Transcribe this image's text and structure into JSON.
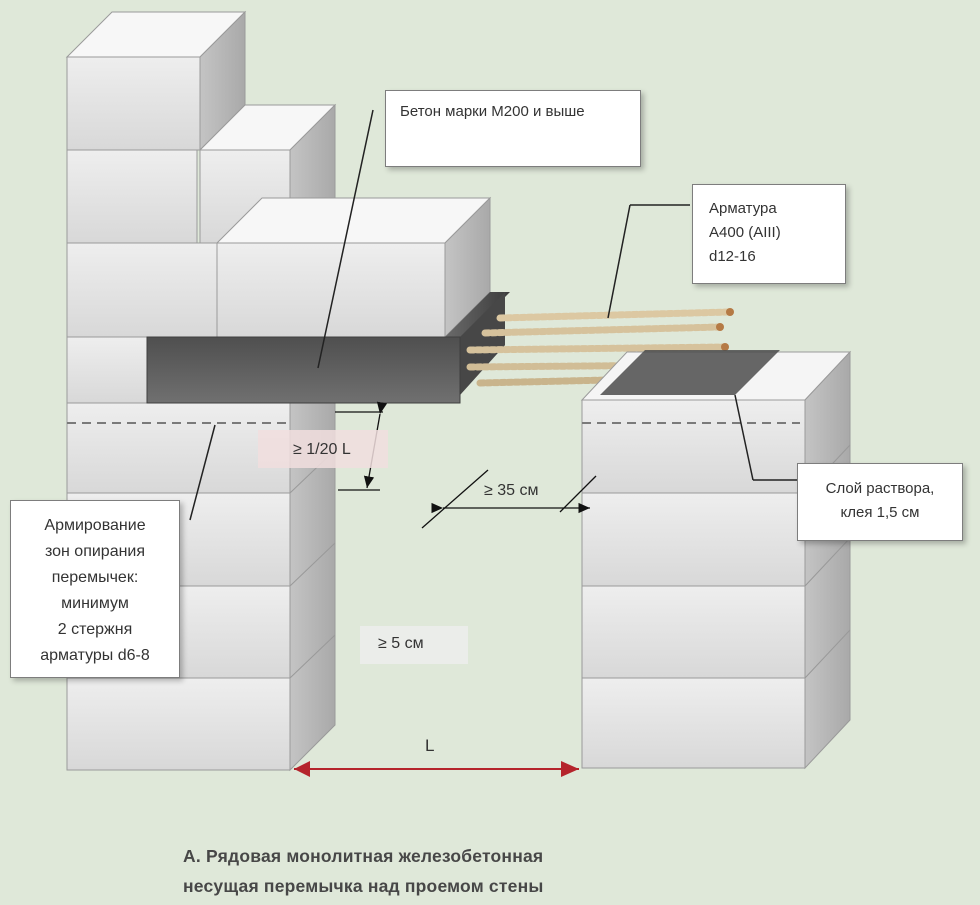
{
  "labels": {
    "concrete": "Бетон марки М200 и выше",
    "rebar_line1": "Арматура",
    "rebar_line2": "А400 (AIII)",
    "rebar_line3": "d12-16",
    "mortar_line1": "Слой раствора,",
    "mortar_line2": "клея 1,5 см",
    "support_line1": "Армирование",
    "support_line2": "зон опирания",
    "support_line3": "перемычек:",
    "support_line4": "минимум",
    "support_line5": "2 стержня",
    "support_line6": "арматуры d6-8",
    "height_ratio": "≥ 1/20 L",
    "bearing": "≥ 35 см",
    "gap": "≥ 5 см",
    "span": "L"
  },
  "caption": {
    "line1": "А. Рядовая монолитная железобетонная",
    "line2": "несущая перемычка над проемом стены"
  },
  "colors": {
    "background": "#dfe8d9",
    "block_front": "#e4e4e4",
    "block_top": "#f6f6f6",
    "block_side": "#bdbdbd",
    "lintel": "#5e5e5e",
    "span_arrow": "#b5242c",
    "callout_border": "#7d7d7d"
  }
}
